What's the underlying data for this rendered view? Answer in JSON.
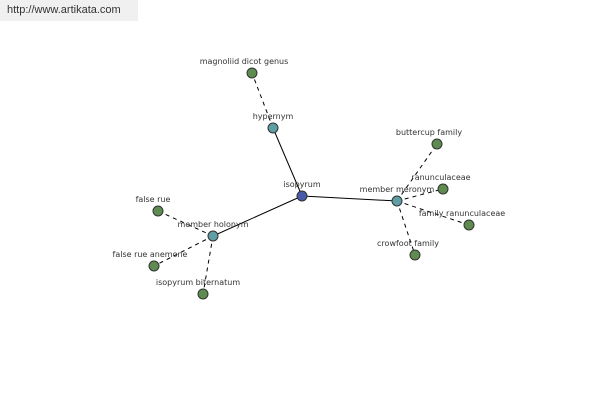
{
  "watermark": "http://www.artikata.com",
  "colors": {
    "center_node": "#4a5aa8",
    "relation_node": "#5f9ea5",
    "leaf_node": "#5e8c50",
    "node_stroke": "#333333",
    "edge": "#000000",
    "label": "#333333"
  },
  "nodes": [
    {
      "id": "isopyrum",
      "label": "isopyrum",
      "kind": "center"
    },
    {
      "id": "hypernym",
      "label": "hypernym",
      "kind": "relation"
    },
    {
      "id": "member-meronym",
      "label": "member meronym",
      "kind": "relation"
    },
    {
      "id": "member-holonym",
      "label": "member holonym",
      "kind": "relation"
    },
    {
      "id": "magnoliid-dicot-genus",
      "label": "magnoliid dicot genus",
      "kind": "leaf"
    },
    {
      "id": "buttercup-family",
      "label": "buttercup family",
      "kind": "leaf"
    },
    {
      "id": "ranunculaceae",
      "label": "ranunculaceae",
      "kind": "leaf"
    },
    {
      "id": "family-ranunculaceae",
      "label": "family ranunculaceae",
      "kind": "leaf"
    },
    {
      "id": "crowfoot-family",
      "label": "crowfoot family",
      "kind": "leaf"
    },
    {
      "id": "false-rue",
      "label": "false rue",
      "kind": "leaf"
    },
    {
      "id": "false-rue-anemone",
      "label": "false rue anemone",
      "kind": "leaf"
    },
    {
      "id": "isopyrum-biternatum",
      "label": "isopyrum biternatum",
      "kind": "leaf"
    }
  ],
  "edges": [
    {
      "from": "isopyrum",
      "to": "hypernym",
      "style": "solid"
    },
    {
      "from": "isopyrum",
      "to": "member-meronym",
      "style": "solid"
    },
    {
      "from": "isopyrum",
      "to": "member-holonym",
      "style": "solid"
    },
    {
      "from": "hypernym",
      "to": "magnoliid-dicot-genus",
      "style": "dashed"
    },
    {
      "from": "member-meronym",
      "to": "buttercup-family",
      "style": "dashed"
    },
    {
      "from": "member-meronym",
      "to": "ranunculaceae",
      "style": "dashed"
    },
    {
      "from": "member-meronym",
      "to": "family-ranunculaceae",
      "style": "dashed"
    },
    {
      "from": "member-meronym",
      "to": "crowfoot-family",
      "style": "dashed"
    },
    {
      "from": "member-holonym",
      "to": "false-rue",
      "style": "dashed"
    },
    {
      "from": "member-holonym",
      "to": "false-rue-anemone",
      "style": "dashed"
    },
    {
      "from": "member-holonym",
      "to": "isopyrum-biternatum",
      "style": "dashed"
    }
  ]
}
